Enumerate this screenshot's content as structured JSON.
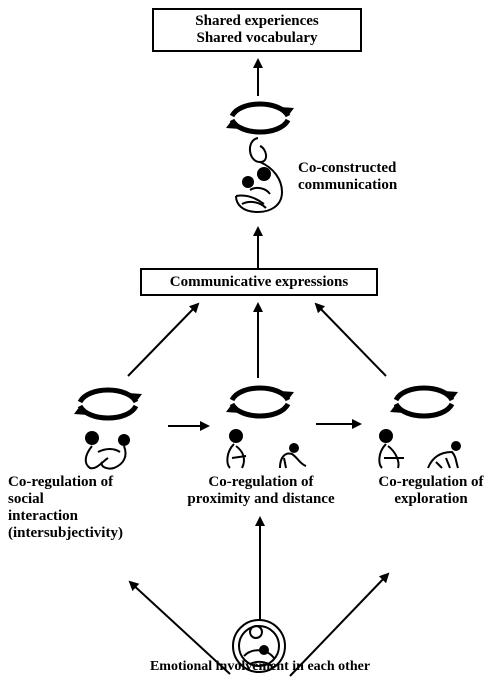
{
  "top_box": {
    "line1": "Shared experiences",
    "line2": "Shared vocabulary"
  },
  "co_constructed": {
    "line1": "Co-constructed",
    "line2": "communication"
  },
  "middle_box": {
    "label": "Communicative expressions"
  },
  "left_node": {
    "line1": "Co-regulation of",
    "line2": "social",
    "line3": "interaction",
    "line4": "(intersubjectivity)"
  },
  "center_node": {
    "line1": "Co-regulation of",
    "line2": "proximity and distance"
  },
  "right_node": {
    "line1": "Co-regulation of",
    "line2": "exploration"
  },
  "bottom_label": "Emotional involvement in each other",
  "icons": {
    "cycle": "circular-arrows-icon",
    "pair": "caregiver-child-pair-icon",
    "embrace": "embrace-icon"
  }
}
